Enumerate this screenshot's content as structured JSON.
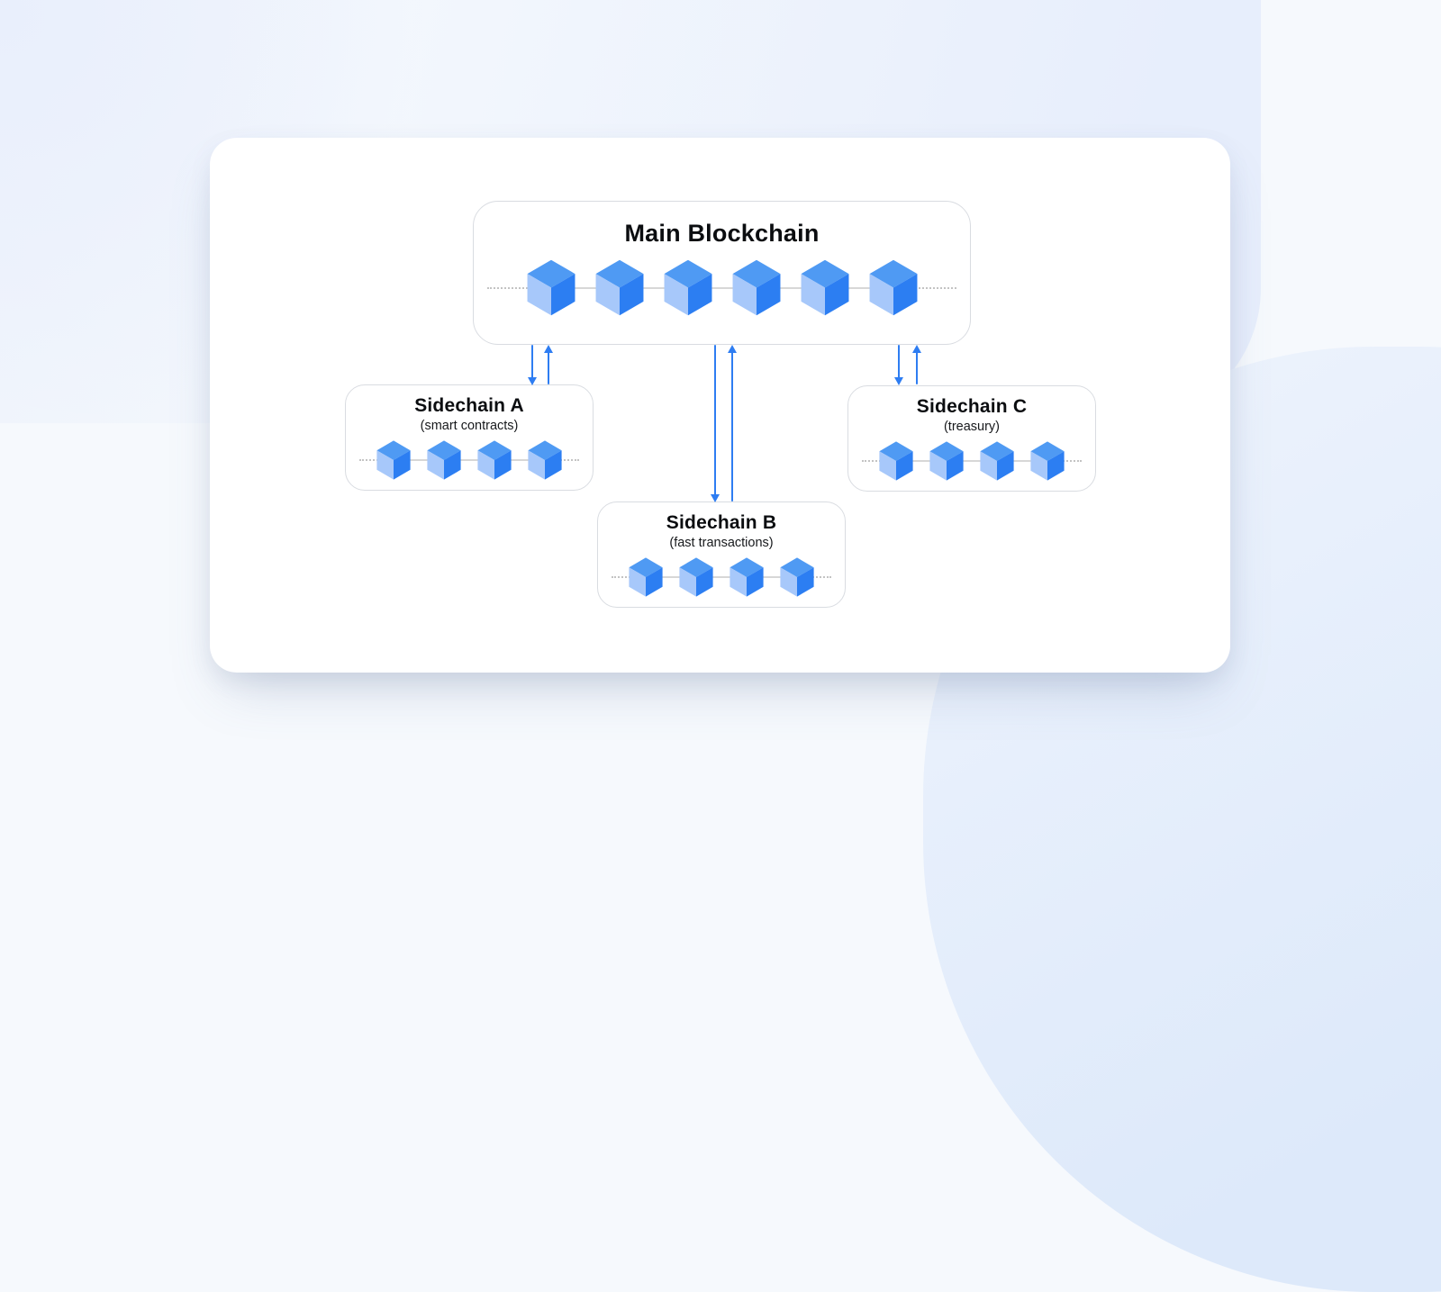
{
  "main": {
    "title": "Main Blockchain",
    "block_count": 6
  },
  "sidechains": {
    "a": {
      "title": "Sidechain A",
      "subtitle": "(smart contracts)",
      "block_count": 4
    },
    "b": {
      "title": "Sidechain B",
      "subtitle": "(fast transactions)",
      "block_count": 4
    },
    "c": {
      "title": "Sidechain C",
      "subtitle": "(treasury)",
      "block_count": 4
    }
  },
  "colors": {
    "cube_top": "#4f9af3",
    "cube_left": "#a7c8fa",
    "cube_right": "#2c7ef2",
    "arrow": "#2e7df2",
    "chain_line": "#d7d7d7",
    "dotted_line": "#c3c3c3",
    "box_border": "#d9dce1",
    "card_background": "#ffffff",
    "page_background_tint": "#e7eefc",
    "title_text": "#0b0d10"
  }
}
